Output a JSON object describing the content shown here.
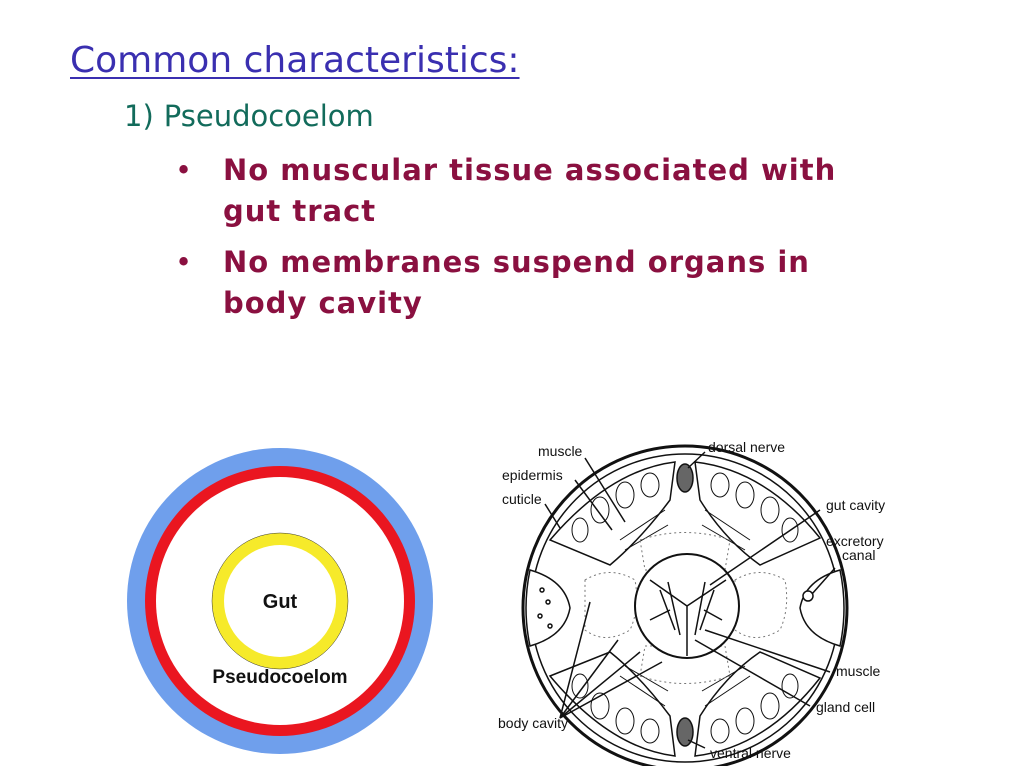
{
  "title": "Common characteristics:",
  "subheading": {
    "number": "1)",
    "text": "Pseudocoelom"
  },
  "bullets": [
    {
      "marker": "•",
      "text": "No muscular tissue associated with gut tract"
    },
    {
      "marker": "•",
      "text": "No membranes suspend organs in body cavity"
    }
  ],
  "left_diagram": {
    "center_label": "Gut",
    "cavity_label": "Pseudocoelom",
    "colors": {
      "outer": "#6f9fec",
      "middle": "#ea1620",
      "gut": "#f6ea2a",
      "background": "#ffffff"
    }
  },
  "right_diagram": {
    "labels": {
      "muscle_top": "muscle",
      "epidermis": "epidermis",
      "cuticle": "cuticle",
      "dorsal_nerve": "dorsal nerve",
      "gut_cavity": "gut cavity",
      "excretory_canal_1": "excretory",
      "excretory_canal_2": "canal",
      "muscle_bottom": "muscle",
      "gland_cell": "gland cell",
      "body_cavity": "body cavity",
      "ventral_nerve": "ventral nerve"
    }
  }
}
